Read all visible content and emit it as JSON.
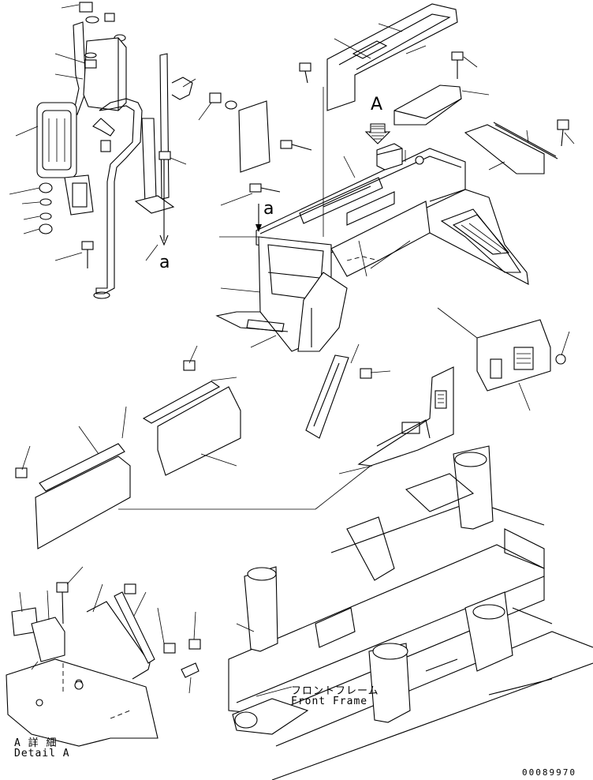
{
  "labels": {
    "view_a": "A",
    "ref_a_top": "a",
    "ref_a_bottom": "a",
    "front_frame_jp": "フロントフレーム",
    "front_frame_en": "Front Frame",
    "detail_jp": "A 詳 細",
    "detail_en": "Detail A",
    "drawing_number": "00089970"
  },
  "icons": {
    "view_arrow": "hatched-arrow-icon",
    "ref_arrow": "down-arrow-icon"
  }
}
